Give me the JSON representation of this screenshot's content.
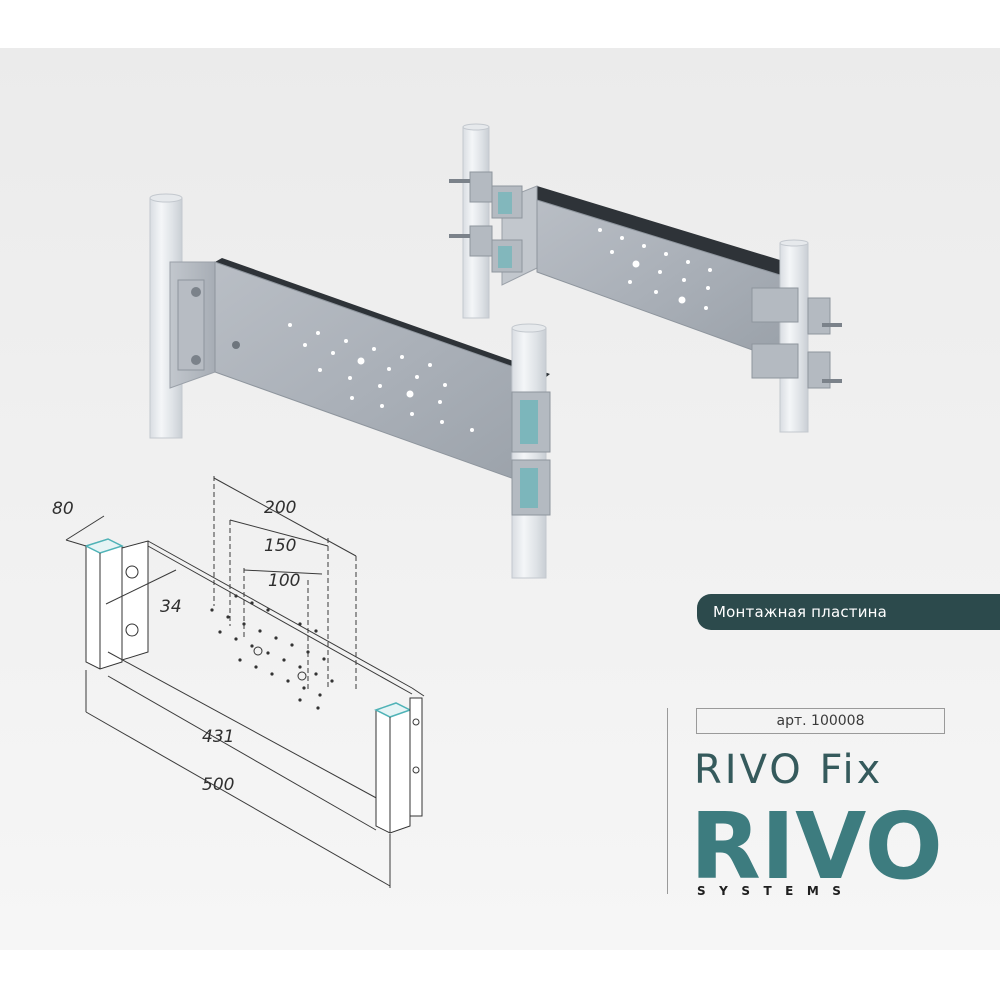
{
  "caption": "Монтажная пластина",
  "article": "арт. 100008",
  "product_name": "RIVO Fix",
  "brand": {
    "logo_word": "RIVO",
    "logo_subtitle": "SYSTEMS"
  },
  "dimensions": {
    "d80": "80",
    "d34": "34",
    "d200": "200",
    "d150": "150",
    "d100": "100",
    "d431": "431",
    "d500": "500"
  },
  "colors": {
    "banner": "#2c4a4c",
    "title": "#355a5c",
    "logo": "#3d7c7f",
    "profile_accent": "#4fb3b7",
    "background": "#eeeeee"
  },
  "illustrations": [
    "mounting-plate-render-front",
    "mounting-plate-render-back",
    "mounting-plate-dimension-drawing"
  ]
}
